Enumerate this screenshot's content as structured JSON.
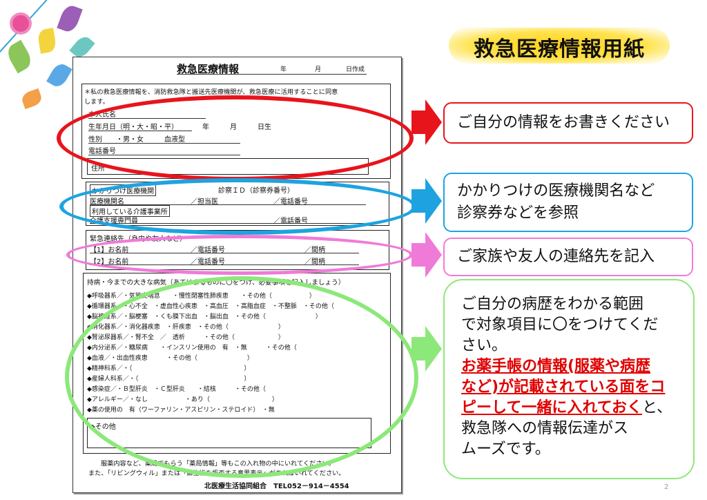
{
  "banner": {
    "title": "救急医療情報用紙"
  },
  "form": {
    "title": "救急医療情報",
    "date_year": "年",
    "date_month": "月",
    "date_made": "日作成",
    "consent_line1": "＊私の救急医療情報を、消防救急隊と搬送先医療機関が、救急医療に活用することに同意",
    "consent_line2": "します。",
    "personal": {
      "name": "本人氏名",
      "dob": "生年月日（明・大・昭・平）　　　　年　　　月　　　日生",
      "sex": "性別　　・男・女　　　血液型",
      "phone": "電話番号",
      "address": "住所"
    },
    "clinic": {
      "header": "かかりつけ医療機関",
      "patient_id": "診察ＩＤ（診察券番号）",
      "inst_name": "医療機関名",
      "doctor": "／担当医",
      "phone": "／電話番号",
      "care_office": "利用している介護事業所",
      "care_manager": "介護支援専門員",
      "phone2": "／電話番号"
    },
    "contacts": {
      "header": "緊急連絡先（身内や友人など）",
      "row1_name": "【1】お名前",
      "row1_phone": "／電話番号",
      "row1_rel": "／間柄",
      "row2_name": "【2】お名前",
      "row2_phone": "／電話番号",
      "row2_rel": "／間柄"
    },
    "history": {
      "header": "持病・今までの大きな病気（あてはまるものに〇をつけ、必要事項を記入しましょう）",
      "items": [
        "◆呼吸器系／・気管支喘息　　・慢性閉塞性肺疾患　　・その他（　　　　　　）",
        "◆循環器系／・心不全　・虚血性心疾患　・高血圧　・高脂血症　・不整脈　・その他（",
        "◆脳神経系／・脳梗塞　・くも膜下出血　・脳出血　・その他（　　　　　　　　）",
        "◆消化器系／・消化器疾患　・肝疾患　・その他（　　　　　　　　）",
        "◆腎泌尿器系／・腎不全　／　透析　　　・その他（　　　　　　　）",
        "◆内分泌系／・糖尿病　　・インスリン使用の　有　・無　　　・その他（",
        "◆血液／・出血性疾患　　　・その他（　　　　　　　　）",
        "◆精神科系／・（　　　　　　　　　　　　　　　　　　）",
        "◆産婦人科系／・（　　　　　　　　　　　　　　　　　）",
        "◆感染症／・Ｂ型肝炎　・Ｃ型肝炎　　・結核　　　・その他（",
        "◆アレルギー／・なし　　　　　　・あり（　　　　　　　　　　）",
        "◆薬の使用の　有（ワーファリン・アスピリン・ステロイド）　・無"
      ],
      "other": "◆その他"
    },
    "footer_line1": "服薬内容など、薬局でもらう「薬局情報」等もこの入れ物の中にいれてください。",
    "footer_line2": "また、「リビングウィル」または「蘇生術を拒否する意思表示」があればいれてください。",
    "org": "北医療生活協同組合　TEL052－914－4554"
  },
  "callouts": {
    "c1": "ご自分の情報をお書きください",
    "c2_line1": "かかりつけの医療機関名など",
    "c2_line2": "診察券などを参照",
    "c3": "ご家族や友人の連絡先を記入",
    "c4_line1": "ご自分の病歴をわかる範囲",
    "c4_line2": "で対象項目に〇をつけてくだ",
    "c4_line3": "さい。",
    "c4_red1": "お薬手帳の情報(服薬や病歴",
    "c4_red2": "など)が記載されている面をコ",
    "c4_red3": "ピーして一緒に入れておく",
    "c4_after3": "と、",
    "c4_line7": "救急隊への情報伝達がス",
    "c4_line8": "ムーズです。"
  },
  "page_number": "2",
  "colors": {
    "red": "#e8141c",
    "blue": "#1ea3e0",
    "pink": "#f07ad8",
    "green": "#8de87a",
    "banner": "#ffd21a"
  }
}
